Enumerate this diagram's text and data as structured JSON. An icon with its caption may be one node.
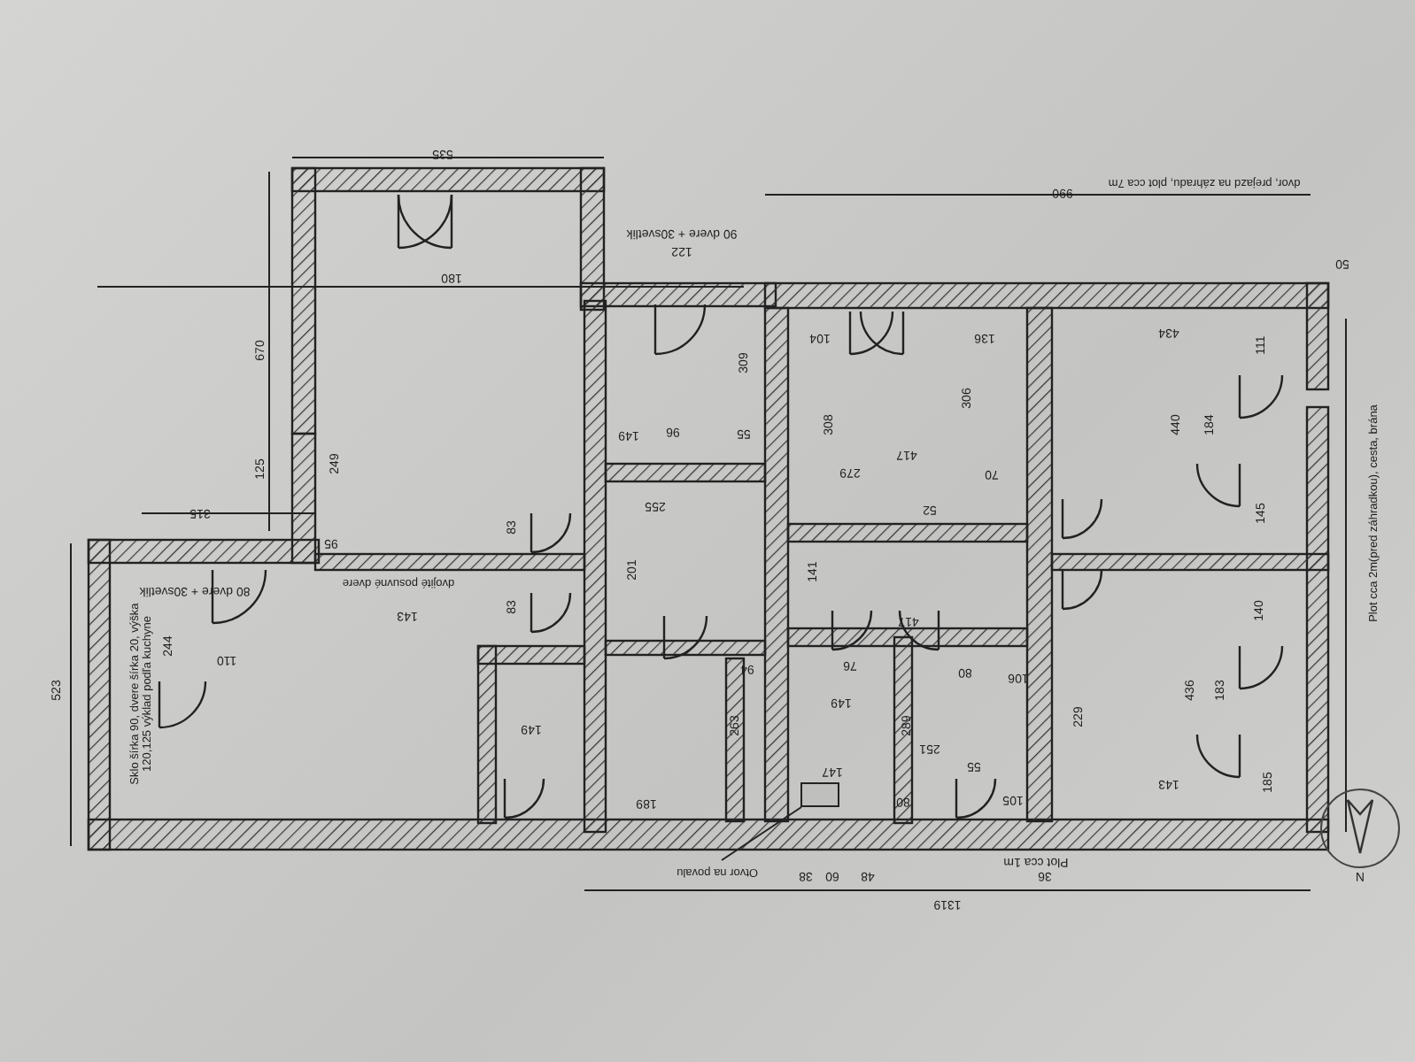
{
  "diagram": {
    "nodes": [
      {
        "text": [
          "Otvor na povalu"
        ]
      },
      {
        "text": [],
        "shape": "box"
      }
    ],
    "edges": [
      {
        "from": 0,
        "to": 1,
        "arrow": "none"
      }
    ],
    "labels": [
      "535",
      "990",
      "dvor, prejazd na záhradu, plot cca 7m",
      "90 dvere + 30svetlik",
      "122",
      "50",
      "180",
      "670",
      "125",
      "104",
      "136",
      "434",
      "111",
      "309",
      "308",
      "306",
      "440",
      "184",
      "149",
      "96",
      "55",
      "249",
      "417",
      "279",
      "70",
      "315",
      "255",
      "52",
      "145",
      "Plot cca 2m(pred záhradkou), cesta, brána",
      "83",
      "95",
      "201",
      "141",
      "80 dvere + 30svetlik",
      "dvojité posuvné dvere",
      "83",
      "140",
      "143",
      "417",
      "244",
      "110",
      "94",
      "76",
      "80",
      "106",
      "523",
      "Sklo šírka 90, dvere šírka 20, výška 120,125 výklad podľa kuchyne",
      "436",
      "183",
      "149",
      "229",
      "263",
      "289",
      "149",
      "251",
      "147",
      "143",
      "185",
      "55",
      "189",
      "80",
      "105",
      "Plot cca 1m",
      "38",
      "60",
      "48",
      "36",
      "1319",
      "N"
    ]
  }
}
